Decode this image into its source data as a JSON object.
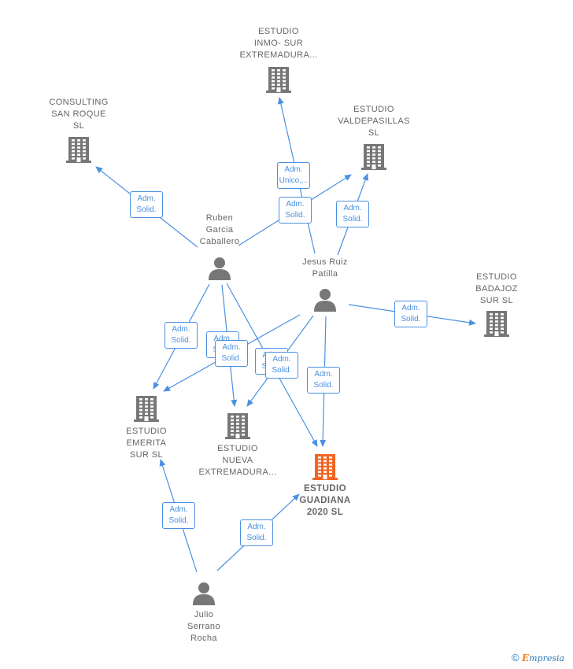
{
  "colors": {
    "edge": "#4a90e2",
    "node_gray": "#777777",
    "focus": "#f26522",
    "text": "#666666"
  },
  "nodes": {
    "inmo_sur": {
      "lines": [
        "ESTUDIO",
        "INMO- SUR",
        "EXTREMADURA..."
      ],
      "icon": "building-icon"
    },
    "consulting": {
      "lines": [
        "CONSULTING",
        "SAN ROQUE",
        "SL"
      ],
      "icon": "building-icon"
    },
    "valdepasillas": {
      "lines": [
        "ESTUDIO",
        "VALDEPASILLAS",
        "SL"
      ],
      "icon": "building-icon"
    },
    "ruben": {
      "lines": [
        "Ruben",
        "Garcia",
        "Caballero"
      ],
      "icon": "person-icon"
    },
    "jesus": {
      "lines": [
        "Jesus Ruiz",
        "Patilla"
      ],
      "icon": "person-icon"
    },
    "badajoz": {
      "lines": [
        "ESTUDIO",
        "BADAJOZ",
        "SUR  SL"
      ],
      "icon": "building-icon"
    },
    "emerita": {
      "lines": [
        "ESTUDIO",
        "EMERITA",
        "SUR  SL"
      ],
      "icon": "building-icon"
    },
    "nueva": {
      "lines": [
        "ESTUDIO",
        "NUEVA",
        "EXTREMADURA..."
      ],
      "icon": "building-icon"
    },
    "guadiana": {
      "lines": [
        "ESTUDIO",
        "GUADIANA",
        "2020  SL"
      ],
      "icon": "building-icon"
    },
    "julio": {
      "lines": [
        "Julio",
        "Serrano",
        "Rocha"
      ],
      "icon": "person-icon"
    }
  },
  "edge_labels": [
    {
      "lines": [
        "Adm.",
        "Unico,..."
      ]
    },
    {
      "lines": [
        "Adm.",
        "Solid."
      ]
    },
    {
      "lines": [
        "Adm.",
        "Solid."
      ]
    },
    {
      "lines": [
        "Adm.",
        "Solid."
      ]
    },
    {
      "lines": [
        "Adm.",
        "Solid."
      ]
    },
    {
      "lines": [
        "Adm.",
        "Solid."
      ]
    },
    {
      "lines": [
        "Adm.",
        "Solid."
      ]
    },
    {
      "lines": [
        "Adm.",
        "Solid."
      ]
    },
    {
      "lines": [
        "Adm.",
        "Solid."
      ]
    },
    {
      "lines": [
        "Adm.",
        "Solid."
      ]
    },
    {
      "lines": [
        "Adm.",
        "Solid."
      ]
    },
    {
      "lines": [
        "Adm.",
        "Solid."
      ]
    },
    {
      "lines": [
        "Adm.",
        "Solid."
      ]
    }
  ],
  "footer": {
    "copyright": "©",
    "brand_initial": "E",
    "brand_rest": "mpresia"
  }
}
